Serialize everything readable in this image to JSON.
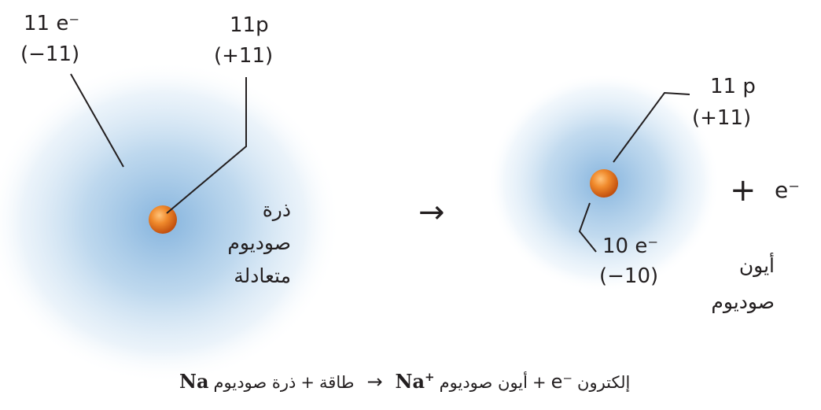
{
  "colors": {
    "cloud": "#9dc3e6",
    "nucleus_fill": "#ee7a1e",
    "nucleus_dark": "#c85410",
    "leader_line": "#231f20"
  },
  "atom": {
    "electrons": "11 e⁻",
    "electron_charge": "(−11)",
    "protons": "11p",
    "proton_charge": "(+11)",
    "name_line1": "ذرة",
    "name_line2": "صوديوم",
    "name_line3": "متعادلة"
  },
  "reaction_arrow": "→",
  "ion": {
    "protons": "11 p",
    "proton_charge": "(+11)",
    "electrons": "10 e⁻",
    "electron_charge": "(−10)",
    "name_line1": "أيون",
    "name_line2": "صوديوم"
  },
  "plus_sign": "+",
  "free_electron": "e⁻",
  "equation": {
    "symbol_na": "Na",
    "atom_name": "ذرة صوديوم",
    "plus1": "+",
    "energy": "طاقة",
    "arrow": "→",
    "symbol_na_ion": "Na",
    "ion_charge": "+",
    "ion_name": "أيون صوديوم",
    "plus2": "+",
    "electron_symbol": "e⁻",
    "electron_name": "إلكترون"
  }
}
